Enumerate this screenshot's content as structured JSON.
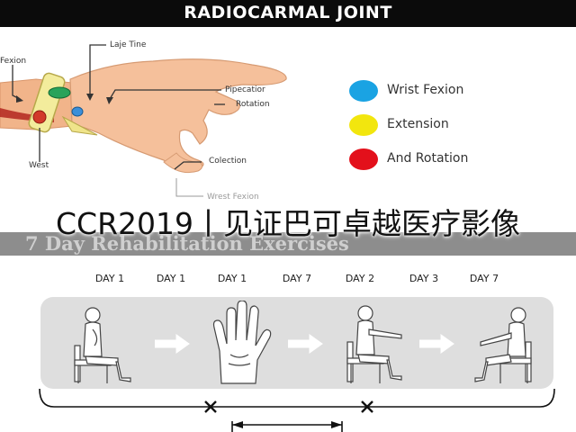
{
  "header": {
    "title": "RADIOCARMAL JOINT"
  },
  "illustration": {
    "labels": {
      "fexion": "Fexion",
      "laje_tine": "Laje Tine",
      "pipecatior": "Pipecatior",
      "rotation": "Rotation",
      "west": "West",
      "colection": "Colection",
      "west_fexion": "Wrest Fexion"
    }
  },
  "legend": [
    {
      "label": "Wrist Fexion",
      "color": "#1aa3e3"
    },
    {
      "label": "Extension",
      "color": "#f2e60e"
    },
    {
      "label": "And Rotation",
      "color": "#e3101b"
    }
  ],
  "band": {
    "title": "7 Day Rehabilitation Exercises"
  },
  "overlay": {
    "text": "CCR2019丨见证巴可卓越医疗影像"
  },
  "days": [
    "DAY 1",
    "DAY 1",
    "DAY 1",
    "DAY 7",
    "DAY 2",
    "DAY 3",
    "DAY 7"
  ],
  "panel": {
    "scenes": [
      "seated-figure",
      "open-hand",
      "seated-reaching-figure",
      "seated-forward-figure"
    ]
  }
}
